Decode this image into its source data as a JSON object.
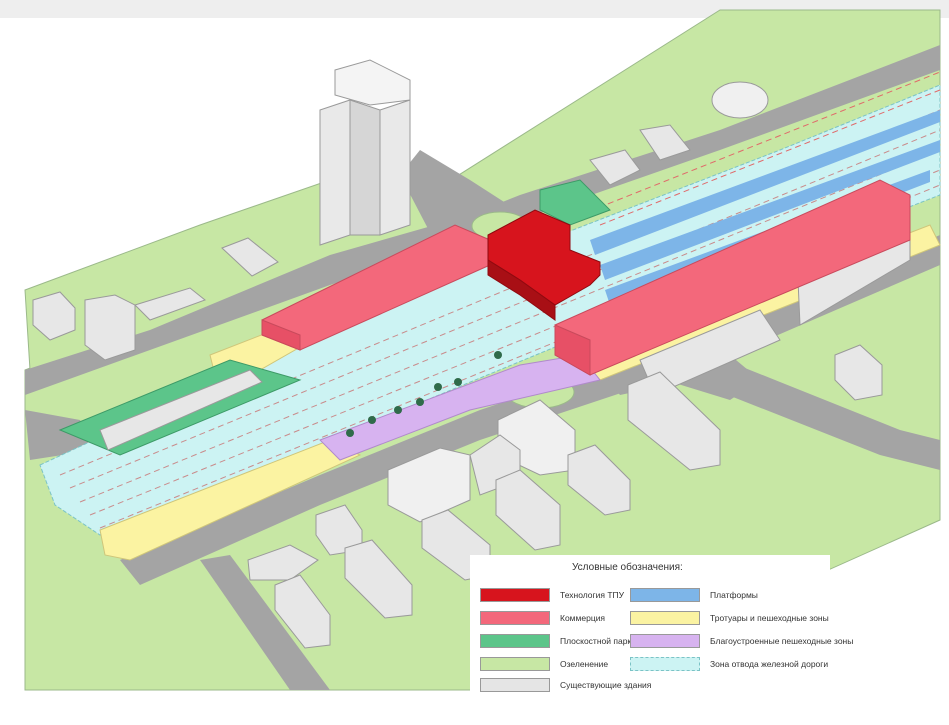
{
  "legend": {
    "title": "Условные обозначения:",
    "items": [
      {
        "label": "Технология ТПУ",
        "color": "#d7141d",
        "dashed": false
      },
      {
        "label": "Коммерция",
        "color": "#f3687b",
        "dashed": false
      },
      {
        "label": "Плоскостной паркинг",
        "color": "#5cc58a",
        "dashed": false
      },
      {
        "label": "Озеленение",
        "color": "#c7e7a4",
        "dashed": false
      },
      {
        "label": "Существующие здания",
        "color": "#e5e5e5",
        "dashed": false
      },
      {
        "label": "Платформы",
        "color": "#7db5e8",
        "dashed": false
      },
      {
        "label": "Тротуары и пешеходные зоны",
        "color": "#fbf3a2",
        "dashed": false
      },
      {
        "label": "Благоустроенные пешеходные зоны",
        "color": "#d7b3f0",
        "dashed": false
      },
      {
        "label": "Зона отвода железной дороги",
        "color": "#ccf3f3",
        "dashed": true
      }
    ]
  }
}
